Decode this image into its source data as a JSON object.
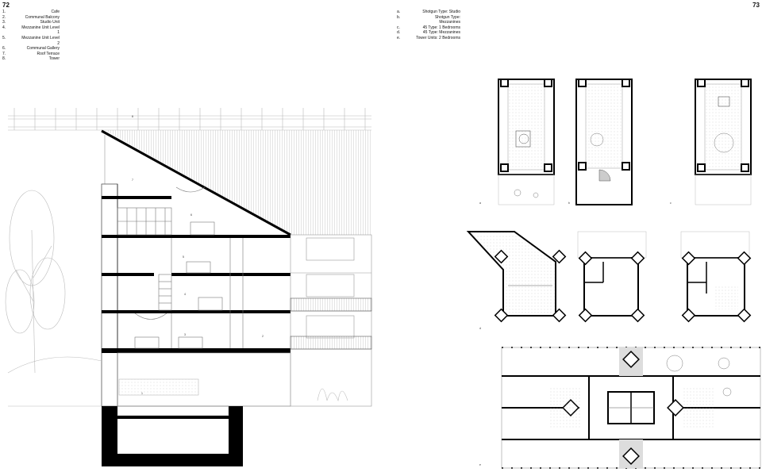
{
  "page_left": "72",
  "page_right": "73",
  "legend_section": [
    {
      "key": "1.",
      "label": "Cafe"
    },
    {
      "key": "2.",
      "label": "Communal Balcony"
    },
    {
      "key": "3.",
      "label": "Studio Unit"
    },
    {
      "key": "4.",
      "label": "Mezzanine Unit Level 1"
    },
    {
      "key": "5.",
      "label": "Mezzanine Unit Level 2"
    },
    {
      "key": "6.",
      "label": "Communal Gallery"
    },
    {
      "key": "7.",
      "label": "Roof Terrace"
    },
    {
      "key": "8.",
      "label": "Tower"
    }
  ],
  "legend_plans": [
    {
      "key": "a.",
      "label": "Shotgun Type: Studio"
    },
    {
      "key": "b.",
      "label": "Shotgun Type: Mezzanines"
    },
    {
      "key": "c.",
      "label": "45 Type: 1 Bedrooms"
    },
    {
      "key": "d.",
      "label": "45 Type: Mezzanines"
    },
    {
      "key": "e.",
      "label": "Tower Units: 2 Bedrooms"
    }
  ],
  "section_labels": [
    "8",
    "7",
    "6",
    "5",
    "4",
    "3",
    "2",
    "1"
  ],
  "plan_labels": [
    "a",
    "b",
    "c",
    "d",
    "e"
  ]
}
